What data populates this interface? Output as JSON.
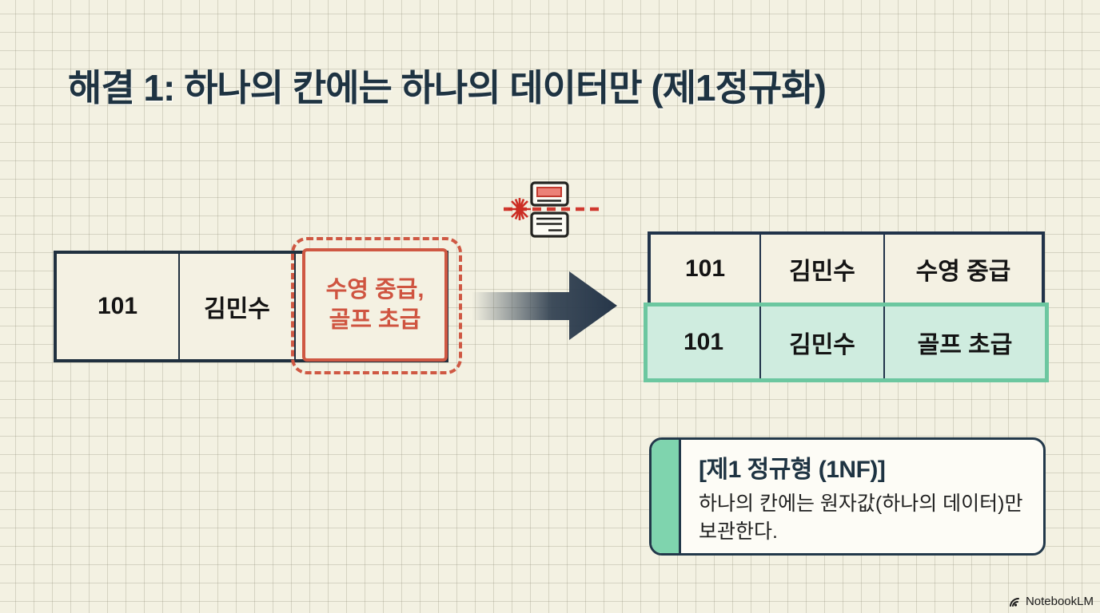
{
  "page": {
    "title": "해결 1: 하나의 칸에는 하나의 데이터만 (제1정규화)",
    "watermark": "NotebookLM"
  },
  "left_table": {
    "cells": [
      "101",
      "김민수"
    ],
    "highlight_cell": {
      "line1": "수영 중급,",
      "line2": "골프 초급"
    }
  },
  "right_table": {
    "rows": [
      {
        "cells": [
          "101",
          "김민수",
          "수영 중급"
        ],
        "highlight": false
      },
      {
        "cells": [
          "101",
          "김민수",
          "골프 초급"
        ],
        "highlight": true
      }
    ]
  },
  "note": {
    "title": "[제1 정규형 (1NF)]",
    "body": "하나의 칸에는 원자값(하나의 데이터)만 보관한다."
  },
  "icons": {
    "split_document": "laser-split-document-icon",
    "arrow": "right-arrow-icon",
    "logo": "notebooklm-logo-icon"
  },
  "colors": {
    "background": "#f3f1e2",
    "grid_line": "#c9c6b6",
    "navy": "#21334a",
    "title_navy": "#1e3342",
    "highlight_red": "#cf5843",
    "laser_red": "#cc2d24",
    "green_border": "#6cc7a0",
    "green_fill": "#cfecdf",
    "note_strip_green": "#7fd4ae",
    "note_background": "#fdfcf6"
  }
}
